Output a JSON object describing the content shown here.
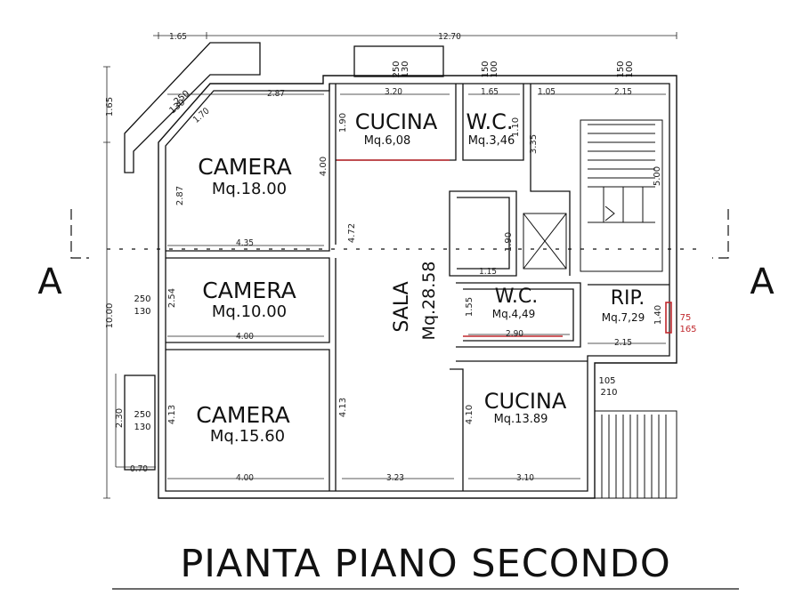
{
  "title": "PIANTA PIANO SECONDO",
  "section_marks": {
    "left": "A",
    "right": "A"
  },
  "overall_dims": {
    "left_top": "1.65",
    "top": "12.70",
    "side_top": "1.65",
    "side_total": "10.00",
    "side_bottom_w": "2.30",
    "bottom_small": "0.70"
  },
  "rooms": {
    "camera1": {
      "name": "CAMERA",
      "area": "Mq.18.00"
    },
    "camera2": {
      "name": "CAMERA",
      "area": "Mq.10.00"
    },
    "camera3": {
      "name": "CAMERA",
      "area": "Mq.15.60"
    },
    "cucina1": {
      "name": "CUCINA",
      "area": "Mq.6,08"
    },
    "wc1": {
      "name": "W.C.",
      "area": "Mq.3,46"
    },
    "sala": {
      "name": "SALA",
      "area": "Mq.28.58"
    },
    "wc2": {
      "name": "W.C.",
      "area": "Mq.4,49"
    },
    "rip": {
      "name": "RIP.",
      "area": "Mq.7,29"
    },
    "cucina2": {
      "name": "CUCINA",
      "area": "Mq.13.89"
    }
  },
  "dims": {
    "d287top": "2.87",
    "d170": "1.70",
    "d287side": "2.87",
    "d400a": "4.00",
    "d435": "4.35",
    "d320": "3.20",
    "d190a": "1.90",
    "d165": "1.65",
    "d110": "1.10",
    "d105": "1.05",
    "d215a": "2.15",
    "d335": "3.35",
    "d500": "5.00",
    "d472": "4.72",
    "d190b": "1.90",
    "d115": "1.15",
    "d254": "2.54",
    "d400b": "4.00",
    "d155": "1.55",
    "d290": "2.90",
    "d140": "1.40",
    "d215b": "2.15",
    "d413a": "4.13",
    "d413b": "4.13",
    "d410": "4.10",
    "d400c": "4.00",
    "d323": "3.23",
    "d310": "3.10"
  },
  "windows": {
    "w1": "250",
    "w1b": "130",
    "w2": "250",
    "w2b": "130",
    "w3": "150",
    "w3b": "100",
    "w4": "150",
    "w4b": "100",
    "w5": "250",
    "w5b": "130",
    "w6": "250",
    "w6b": "130",
    "door_rip": "75",
    "door_rip_b": "165",
    "door_stair": "105",
    "door_stair_b": "210"
  }
}
